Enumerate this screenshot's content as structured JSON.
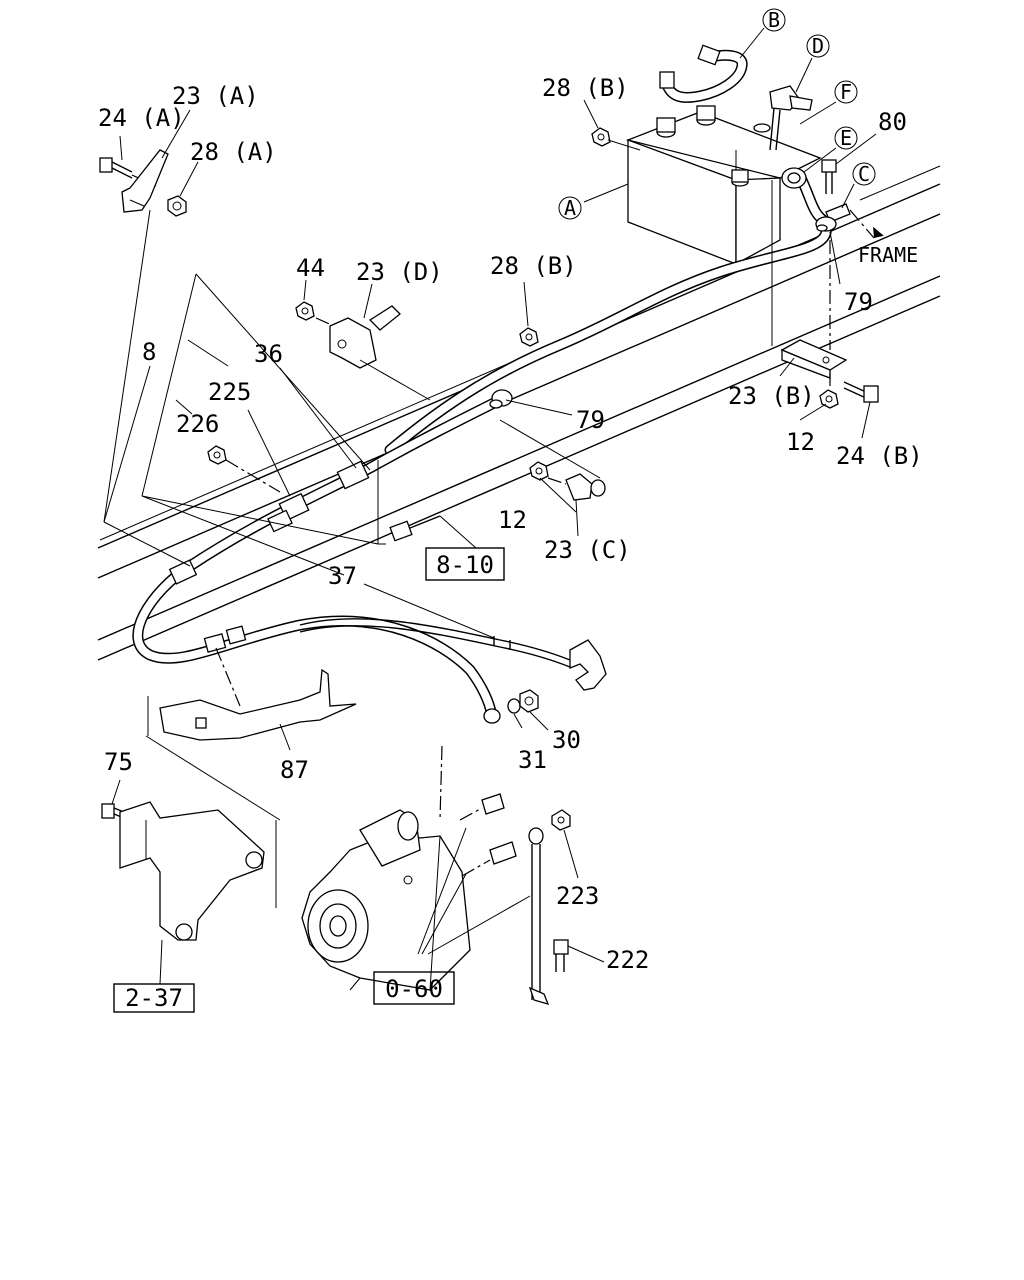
{
  "labels": {
    "l_24a": "24 (A)",
    "l_23a": "23 (A)",
    "l_28a": "28 (A)",
    "l_28b_top": "28 (B)",
    "l_28b_mid": "28 (B)",
    "l_44": "44",
    "l_23d": "23 (D)",
    "l_8": "8",
    "l_36": "36",
    "l_225": "225",
    "l_226": "226",
    "l_79_mid": "79",
    "l_79_right": "79",
    "l_80": "80",
    "l_frame": "FRAME",
    "l_23b": "23 (B)",
    "l_12_right": "12",
    "l_24b": "24 (B)",
    "l_12_mid": "12",
    "l_23c": "23 (C)",
    "l_37": "37",
    "l_30": "30",
    "l_31": "31",
    "l_87": "87",
    "l_75": "75",
    "l_223": "223",
    "l_222": "222"
  },
  "circled": {
    "a": "A",
    "b": "B",
    "c": "C",
    "d": "D",
    "e": "E",
    "f": "F"
  },
  "boxed": {
    "b_8_10": "8-10",
    "b_2_37": "2-37",
    "b_0_60": "0-60"
  }
}
